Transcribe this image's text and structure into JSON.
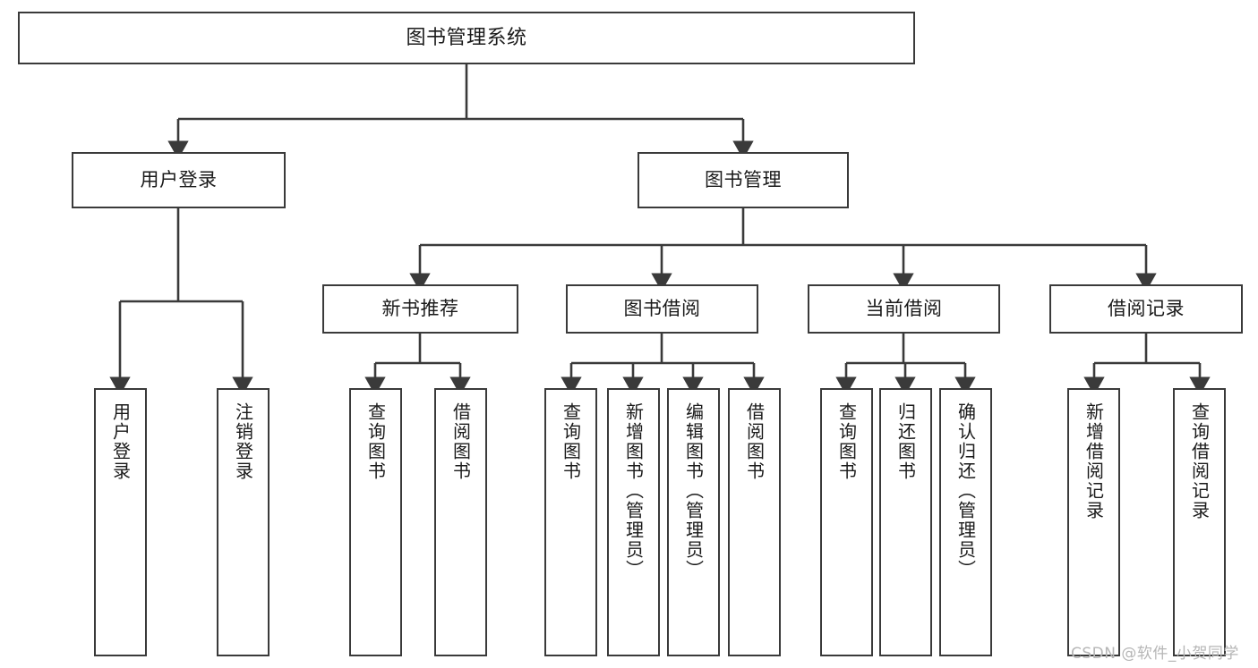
{
  "diagram": {
    "title": "图书管理系统",
    "type": "tree-hierarchy-chart",
    "colors": {
      "box_border": "#3a3a3a",
      "box_fill": "#ffffff",
      "edge": "#3a3a3a",
      "text": "#1a1a1a",
      "watermark": "#b6b6b6",
      "background": "#ffffff"
    },
    "watermark": "CSDN @软件_小贺同学",
    "nodes": {
      "root": {
        "label": "图书管理系统",
        "level": 0
      },
      "level1": [
        {
          "id": "user-login",
          "label": "用户登录"
        },
        {
          "id": "book-manage",
          "label": "图书管理"
        }
      ],
      "level2": [
        {
          "id": "new-book-rec",
          "label": "新书推荐",
          "parent": "book-manage"
        },
        {
          "id": "book-borrow",
          "label": "图书借阅",
          "parent": "book-manage"
        },
        {
          "id": "current-borrow",
          "label": "当前借阅",
          "parent": "book-manage"
        },
        {
          "id": "borrow-record",
          "label": "借阅记录",
          "parent": "book-manage"
        }
      ],
      "leaves": [
        {
          "id": "leaf-user-login",
          "label": "用户登录",
          "parent": "user-login"
        },
        {
          "id": "leaf-logout",
          "label": "注销登录",
          "parent": "user-login"
        },
        {
          "id": "leaf-query-book-1",
          "label": "查询图书",
          "parent": "new-book-rec"
        },
        {
          "id": "leaf-borrow-book-1",
          "label": "借阅图书",
          "parent": "new-book-rec"
        },
        {
          "id": "leaf-query-book-2",
          "label": "查询图书",
          "parent": "book-borrow"
        },
        {
          "id": "leaf-add-book",
          "label": "新增图书（管理员）",
          "parent": "book-borrow"
        },
        {
          "id": "leaf-edit-book",
          "label": "编辑图书（管理员）",
          "parent": "book-borrow"
        },
        {
          "id": "leaf-borrow-book-2",
          "label": "借阅图书",
          "parent": "book-borrow"
        },
        {
          "id": "leaf-query-book-3",
          "label": "查询图书",
          "parent": "current-borrow"
        },
        {
          "id": "leaf-return-book",
          "label": "归还图书",
          "parent": "current-borrow"
        },
        {
          "id": "leaf-confirm-return",
          "label": "确认归还（管理员）",
          "parent": "current-borrow"
        },
        {
          "id": "leaf-add-record",
          "label": "新增借阅记录",
          "parent": "borrow-record"
        },
        {
          "id": "leaf-query-record",
          "label": "查询借阅记录",
          "parent": "borrow-record"
        }
      ]
    }
  }
}
